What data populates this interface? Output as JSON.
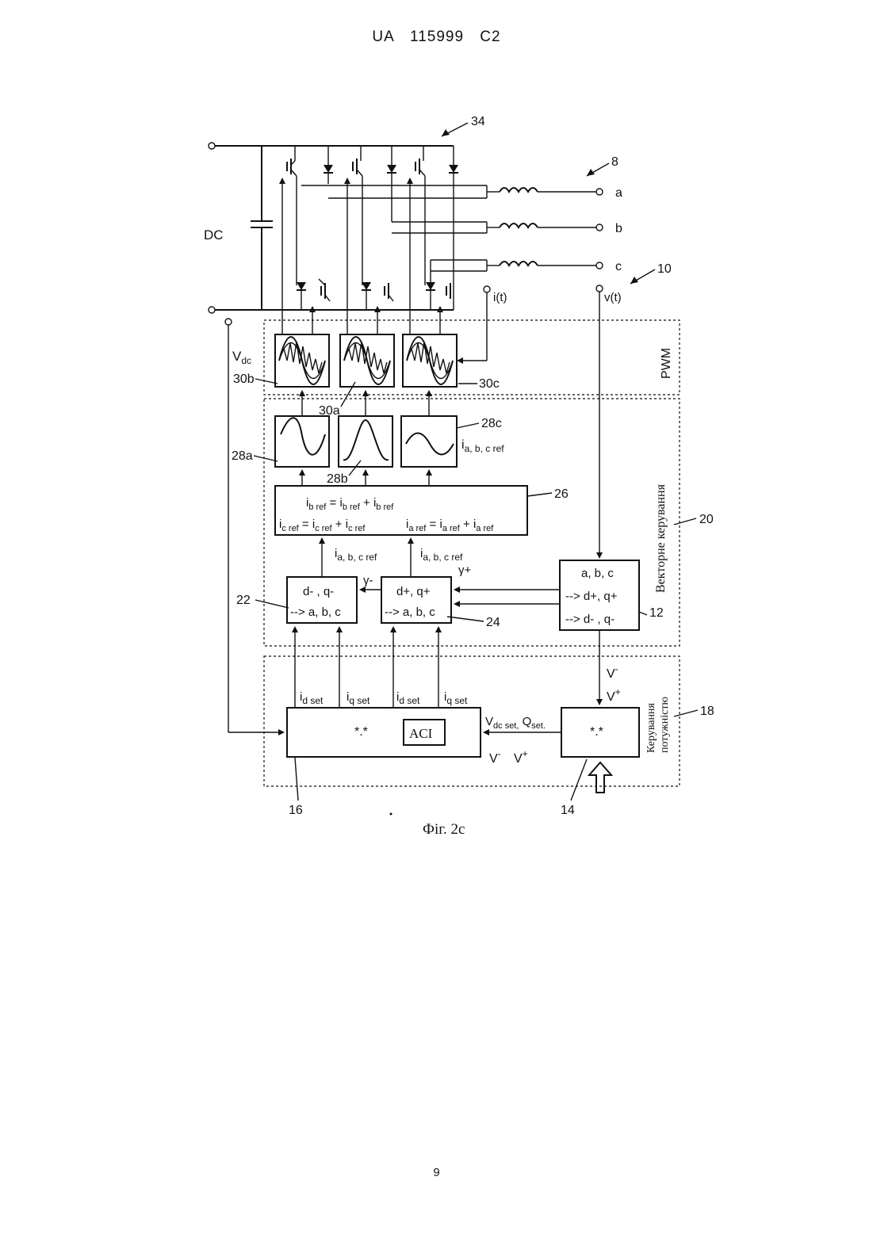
{
  "page": {
    "header": "UA 115999 C2",
    "page_number": "9"
  },
  "figure": {
    "caption": "Фіг. 2с",
    "refs": {
      "r34": "34",
      "r8": "8",
      "r10": "10",
      "r20": "20",
      "r18": "18",
      "r12": "12",
      "r22": "22",
      "r24": "24",
      "r26": "26",
      "r16": "16",
      "r14": "14",
      "r28a": "28a",
      "r28b": "28b",
      "r28c": "28c",
      "r30a": "30a",
      "r30b": "30b",
      "r30c": "30c"
    },
    "labels": {
      "dc": "DC",
      "vdc_main": "V",
      "vdc_sub": "dc",
      "phase_a": "a",
      "phase_b": "b",
      "phase_c": "c",
      "i_t": "i(t)",
      "v_t": "v(t)",
      "pwm": "PWM",
      "vector_control": "Векторне керування",
      "power_control_1": "Керування",
      "power_control_2": "потужністю",
      "iref_label": "i",
      "iref_sub": "a, b, c ref"
    },
    "block26": {
      "b_lhs": "i",
      "b_lhs_sub": "b ref",
      "b_rhs1": "i",
      "b_rhs1_sub": "b ref",
      "b_rhs2": "i",
      "b_rhs2_sub": "b ref",
      "c_lhs": "i",
      "c_lhs_sub": "c ref",
      "c_rhs1": "i",
      "c_rhs1_sub": "c ref",
      "c_rhs2": "i",
      "c_rhs2_sub": "c ref",
      "a_lhs": "i",
      "a_lhs_sub": "a ref",
      "a_rhs1": "i",
      "a_rhs1_sub": "a ref",
      "a_rhs2": "i",
      "a_rhs2_sub": "a ref"
    },
    "signals": {
      "i_minus": "i",
      "i_minus_sub": "a, b, c ref",
      "i_plus": "i",
      "i_plus_sub": "a, b, c ref",
      "gamma_minus": "γ-",
      "gamma_plus": "γ+",
      "v_minus": "V",
      "v_plus": "V",
      "id_minus": "i",
      "id_minus_sub": "d set",
      "iq_minus": "i",
      "iq_minus_sub": "q set",
      "id_plus": "i",
      "id_plus_sub": "d set",
      "iq_plus": "i",
      "iq_plus_sub": "q set",
      "vdc_set": "V",
      "vdc_set_sub": "dc set,",
      "q_set": "Q",
      "q_set_sub": "set.",
      "vminus16": "V",
      "vplus16": "V"
    },
    "blocks": {
      "b22_l1": "d- , q-",
      "b22_l2": "--> a, b, c",
      "b24_l1": "d+, q+",
      "b24_l2": "--> a, b, c",
      "b12_l1": "a, b, c",
      "b12_l2": "--> d+, q+",
      "b12_l3": "--> d- , q-",
      "b16_text": "*.*",
      "aci": "ACI",
      "b14_text": "*.*"
    }
  }
}
